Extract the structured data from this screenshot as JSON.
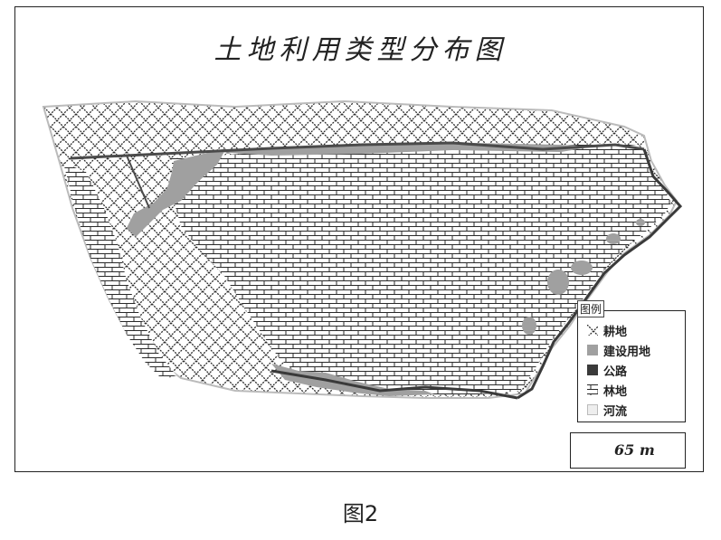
{
  "map": {
    "title": "土地利用类型分布图"
  },
  "legend": {
    "title": "图例",
    "items": [
      {
        "label": "耕地",
        "pattern": "crosshatch",
        "color": "#444444"
      },
      {
        "label": "建设用地",
        "pattern": "solid",
        "color": "#a0a0a0"
      },
      {
        "label": "公路",
        "pattern": "solid",
        "color": "#3a3a3a"
      },
      {
        "label": "林地",
        "pattern": "brick",
        "color": "#333333"
      },
      {
        "label": "河流",
        "pattern": "solid",
        "color": "#eeeeee"
      }
    ]
  },
  "scale": {
    "label": "65 m"
  },
  "figure": {
    "caption": "图2"
  }
}
